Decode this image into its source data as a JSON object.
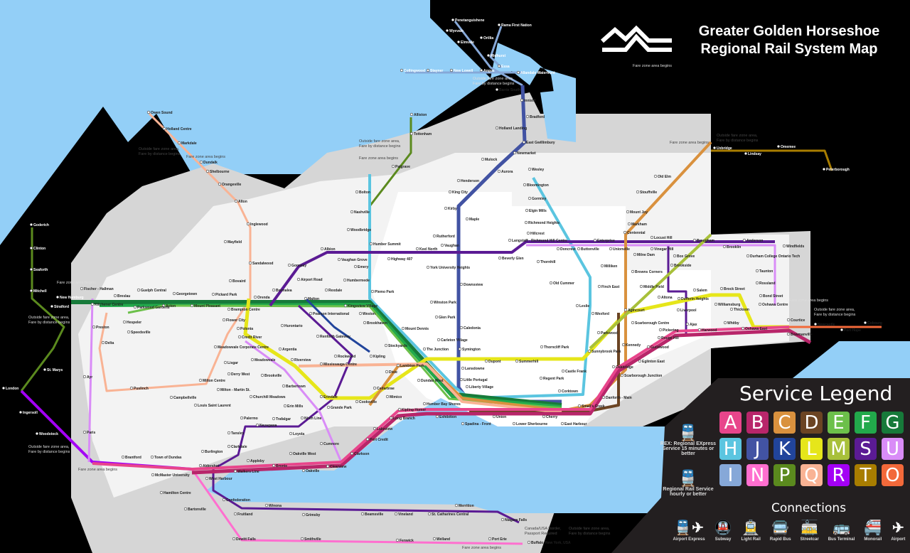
{
  "title": {
    "line1": "Greater Golden Horseshoe",
    "line2": "Regional Rail System Map"
  },
  "colors": {
    "water": "#93cff7",
    "land": "#000000",
    "zone": "#d6d6d6",
    "zone_light": "#f2f2f2",
    "urban": "#ffffff"
  },
  "legend": {
    "title": "Service Legend",
    "rex_label": "REX: Regional EXpress Service 15 minutes or better",
    "regional_label": "Regional Rail Service hourly or better",
    "rex_icon": "rex-train-icon",
    "regional_icon": "regional-train-icon",
    "services": [
      {
        "letter": "A",
        "color": "#e8458b"
      },
      {
        "letter": "B",
        "color": "#b8266a"
      },
      {
        "letter": "C",
        "color": "#d9913e"
      },
      {
        "letter": "D",
        "color": "#6b4423"
      },
      {
        "letter": "E",
        "color": "#6cc04a"
      },
      {
        "letter": "F",
        "color": "#22a94b"
      },
      {
        "letter": "G",
        "color": "#177a3a"
      },
      {
        "letter": "H",
        "color": "#5bc5e0"
      },
      {
        "letter": "J",
        "color": "#4253a3"
      },
      {
        "letter": "K",
        "color": "#21449b"
      },
      {
        "letter": "L",
        "color": "#e6e61a"
      },
      {
        "letter": "M",
        "color": "#a8c03a"
      },
      {
        "letter": "S",
        "color": "#5b1b94"
      },
      {
        "letter": "U",
        "color": "#d98cf7"
      },
      {
        "letter": "I",
        "color": "#86a8d8"
      },
      {
        "letter": "N",
        "color": "#ff6fcf"
      },
      {
        "letter": "P",
        "color": "#5b8a1e"
      },
      {
        "letter": "Q",
        "color": "#f9b394"
      },
      {
        "letter": "R",
        "color": "#a400f5"
      },
      {
        "letter": "T",
        "color": "#a87d00"
      },
      {
        "letter": "O",
        "color": "#f2693a"
      }
    ],
    "connections_title": "Connections",
    "connections": [
      {
        "label": "Airport Express",
        "icon": "airport-express-icon"
      },
      {
        "label": "Subway",
        "icon": "subway-icon"
      },
      {
        "label": "Light Rail",
        "icon": "light-rail-icon"
      },
      {
        "label": "Rapid Bus",
        "icon": "rapid-bus-icon"
      },
      {
        "label": "Streetcar",
        "icon": "streetcar-icon"
      },
      {
        "label": "Bus Terminal",
        "icon": "bus-terminal-icon"
      },
      {
        "label": "Monorail",
        "icon": "monorail-icon"
      },
      {
        "label": "Airport",
        "icon": "airport-icon"
      }
    ]
  },
  "notes": {
    "fare_begins": "Fare zone area begins",
    "outside_fare": "Outside fare zone area, Fare by distance begins",
    "border": "Canada/USA Border, Passport Required"
  },
  "stations": [
    "Penetanguishene",
    "Wyevale",
    "Rama First Nation",
    "Orillia",
    "Elmvale",
    "Midhurst",
    "Essa",
    "Collingwood",
    "Stayner",
    "New Lowell",
    "Angus",
    "Allandale Waterfront",
    "Barrie South",
    "Innisfil",
    "Bradford",
    "Holland Landing",
    "East Gwillimbury",
    "Newmarket",
    "Mulock",
    "Aurora",
    "Henderson",
    "King City",
    "Kirby",
    "Maple",
    "Rutherford",
    "Vaughan",
    "Owen Sound",
    "Holland Centre",
    "Markdale",
    "Dundalk",
    "Shelbourne",
    "Orangeville",
    "Alton",
    "Inglewood",
    "Mayfield",
    "Sandalwood",
    "Bovaird",
    "Alliston",
    "Tottenham",
    "Palgrave",
    "Bolton",
    "Nashville",
    "Woodbridge",
    "Humber Summit",
    "Keel North",
    "Vaughan Grove",
    "Albion",
    "Highway 407",
    "Emery",
    "York University Heights",
    "Humbermede",
    "Plemo Park",
    "Beverly Glen",
    "Langstaff - Richmond Hill Centre",
    "Wesley",
    "Bloomington",
    "Gormley",
    "Elgin Mills",
    "Richmond Heights",
    "Hillcrest",
    "Thornhill",
    "Old Cummer",
    "Doncrest",
    "Buttonville",
    "Enterprise",
    "Centennial",
    "Unionville",
    "Milne Dam",
    "Vinegar Hill",
    "Locust Hill",
    "Brougham",
    "Anderson",
    "Brooklin",
    "Windfields",
    "Markham",
    "Mount Joy",
    "Stouffville",
    "Old Elm",
    "Uxbridge",
    "Lindsay",
    "Omemee",
    "Peterborough",
    "Box Grove",
    "Milliken",
    "Brookside",
    "Browns Corners",
    "Durham College Ontario Tech",
    "Taunton",
    "Rossland",
    "Middle Field",
    "Finch East",
    "Salem",
    "Brock Street",
    "Bond Street",
    "Altona",
    "Dufferin Heights",
    "Williamsburg",
    "Liverpool",
    "Thickson",
    "Oshawa Centre",
    "Ajax",
    "Harwood",
    "Whitby",
    "Oshawa East",
    "Courtice",
    "Newcastle",
    "Port Hope",
    "Cobourg",
    "Bowmanville",
    "Pickering",
    "Rouge Hill",
    "Agincourt",
    "Scarborough Centre",
    "Wexford",
    "Parkwood",
    "Kennedy",
    "Guildwood",
    "Eglinton East",
    "Sunnybrook Park",
    "Thorncliff Park",
    "Castle Frank",
    "Leslie",
    "Regent Park",
    "Corktown",
    "Scarborough Junction",
    "Oakbridge",
    "Danforth - Main",
    "Small's Creek",
    "Downsview",
    "Winston Park",
    "Glen Park",
    "Caledonia",
    "Carleton Village",
    "Symington",
    "Dupont",
    "Summerhill",
    "Lansdowne",
    "Little Portugal",
    "Liberty Village",
    "The Junction",
    "Mount Dennis",
    "Stockyards",
    "Brookhaven",
    "Weston",
    "Kingsview Village",
    "Kipling",
    "Lambton Park",
    "Dundas West",
    "Dixie",
    "Cedarbrae",
    "Cooksville",
    "Exhibition",
    "Spadina - Front",
    "Union",
    "Lower Sherbourne",
    "Cherry",
    "East Harbour",
    "Humber Bay Shores",
    "Mimico",
    "Kipling Homer",
    "Long Branch",
    "Lakeview",
    "Port Credit",
    "Clarkson",
    "Cumnore",
    "Clearview",
    "Oakville",
    "Oakville West",
    "Bronte",
    "Appleby",
    "Walkers Line",
    "Aldershot",
    "Burlington",
    "Town of Dundas",
    "Brantford",
    "McMaster University",
    "Hamilton Centre",
    "West Harbour",
    "Confederation",
    "Bartonville",
    "Fruitland",
    "Winona",
    "Grimsby",
    "Beamsville",
    "Vineland",
    "St. Catharines Central",
    "Merritton",
    "Niagara Falls",
    "Dewitt Falls",
    "Smithville",
    "Fenwick",
    "Welland",
    "Port Erie",
    "Buffalo, New York, USA",
    "Brampton Centre",
    "Flower City",
    "Polonia",
    "Credit River",
    "Meadowvale Corporate Centre",
    "Meadowvale",
    "Riverview",
    "Argentia",
    "Brookville",
    "Barbertown",
    "Erindale",
    "Grande Park",
    "Mississauga Centre",
    "Rockwood",
    "Hurontario",
    "Renforth Gateway",
    "Pearson International",
    "Bramalea",
    "Malton",
    "Goreway",
    "Airport Road",
    "Rexdale",
    "Orenda",
    "Pickard Park",
    "Mount Pleasant",
    "Georgetown",
    "Acton",
    "Guelph Central",
    "Breslau",
    "Fischer - Hallman",
    "New Hamburg",
    "Kitchener Centre",
    "Parkwood Gardens",
    "Hespeler",
    "Preston",
    "Speedsville",
    "Delta",
    "Stratford",
    "Goderich",
    "Clinton",
    "Seaforth",
    "Mitchell",
    "St. Marys",
    "London",
    "Ingersoll",
    "Woodstock",
    "Paris",
    "Ayr",
    "Puslinch",
    "Campbellville",
    "Milton Centre",
    "Milton - Martin St.",
    "Derry West",
    "Lisgar",
    "Louis Saint Laurent",
    "Churchill Meadows",
    "Erin Mills",
    "Ninth Line",
    "Trafalgar",
    "Neyagawa",
    "Palermo",
    "Tansley",
    "Clarkdale",
    "Loyola"
  ]
}
